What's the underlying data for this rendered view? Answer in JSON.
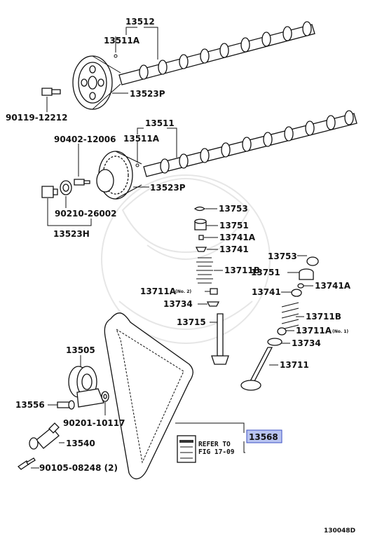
{
  "diagram": {
    "labels": {
      "p13512": "13512",
      "p13511a_top": "13511A",
      "p13523p_top": "13523P",
      "p90119": "90119-12212",
      "p13511": "13511",
      "p90402": "90402-12006",
      "p13511a_mid": "13511A",
      "p13523p_mid": "13523P",
      "p90210": "90210-26002",
      "p13523h": "13523H",
      "p13753_l": "13753",
      "p13751_l": "13751",
      "p13741a_l": "13741A",
      "p13741_l": "13741",
      "p13711b_l": "13711B",
      "p13711a_l": "13711A",
      "no2": "(No. 2)",
      "p13734_l": "13734",
      "p13715": "13715",
      "p13753_r": "13753",
      "p13751_r": "13751",
      "p13741_r": "13741",
      "p13741a_r": "13741A",
      "p13711b_r": "13711B",
      "p13711a_r": "13711A",
      "no1": "(No. 1)",
      "p13734_r": "13734",
      "p13711": "13711",
      "p13505": "13505",
      "p13556": "13556",
      "p90201": "90201-10117",
      "p13540": "13540",
      "p90105": "90105-08248 (2)",
      "p13568": "13568",
      "refer_line1": "REFER TO",
      "refer_line2": "FIG 17-09"
    },
    "code": "130048D",
    "highlight_color": "#b9c4f0",
    "highlight_border": "#3b4fc4"
  }
}
